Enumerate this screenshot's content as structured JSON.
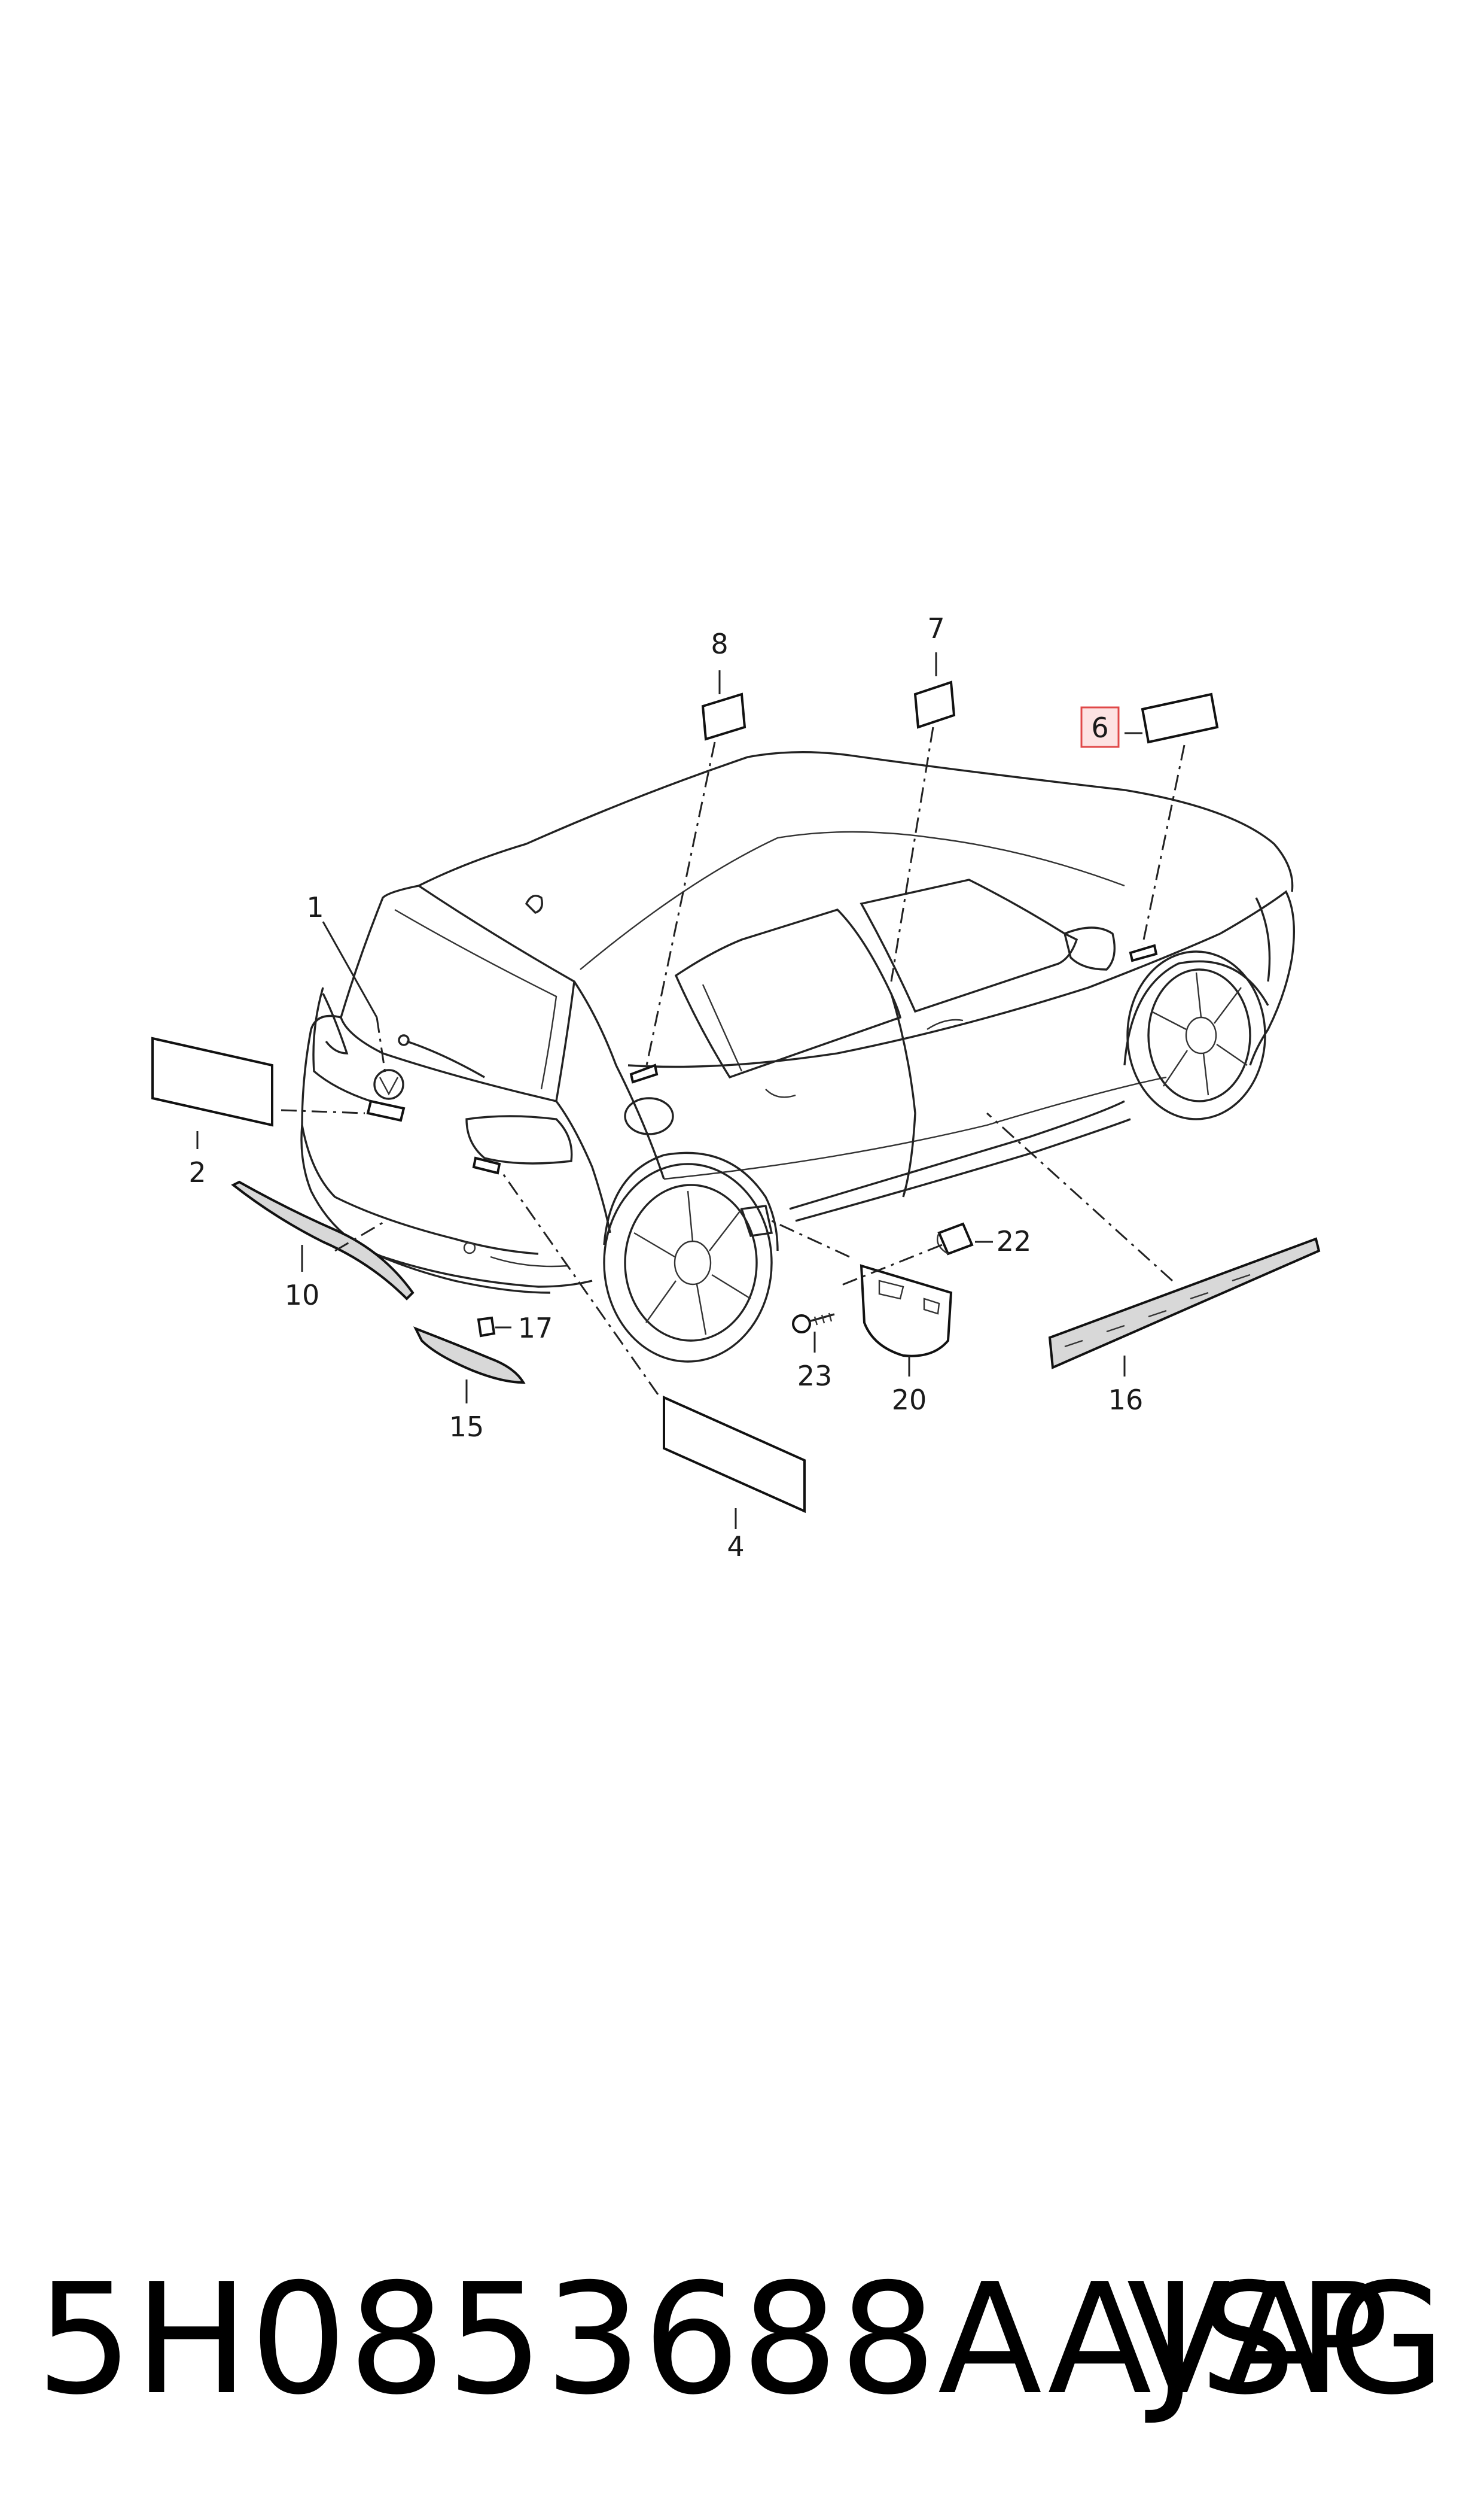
{
  "callouts": [
    {
      "id": "c1",
      "label": "1"
    },
    {
      "id": "c2",
      "label": "2"
    },
    {
      "id": "c4",
      "label": "4"
    },
    {
      "id": "c6",
      "label": "6",
      "highlighted": true
    },
    {
      "id": "c7",
      "label": "7"
    },
    {
      "id": "c8",
      "label": "8"
    },
    {
      "id": "c10",
      "label": "10"
    },
    {
      "id": "c15",
      "label": "15"
    },
    {
      "id": "c16",
      "label": "16"
    },
    {
      "id": "c17",
      "label": "17"
    },
    {
      "id": "c20",
      "label": "20"
    },
    {
      "id": "c22",
      "label": "22"
    },
    {
      "id": "c23",
      "label": "23"
    }
  ],
  "footer": {
    "part_number": "5H0853688AAJSP",
    "brand": "VAG"
  },
  "colors": {
    "highlight_fill": "#fde3e3",
    "highlight_stroke": "#e04848",
    "line": "#222222"
  }
}
